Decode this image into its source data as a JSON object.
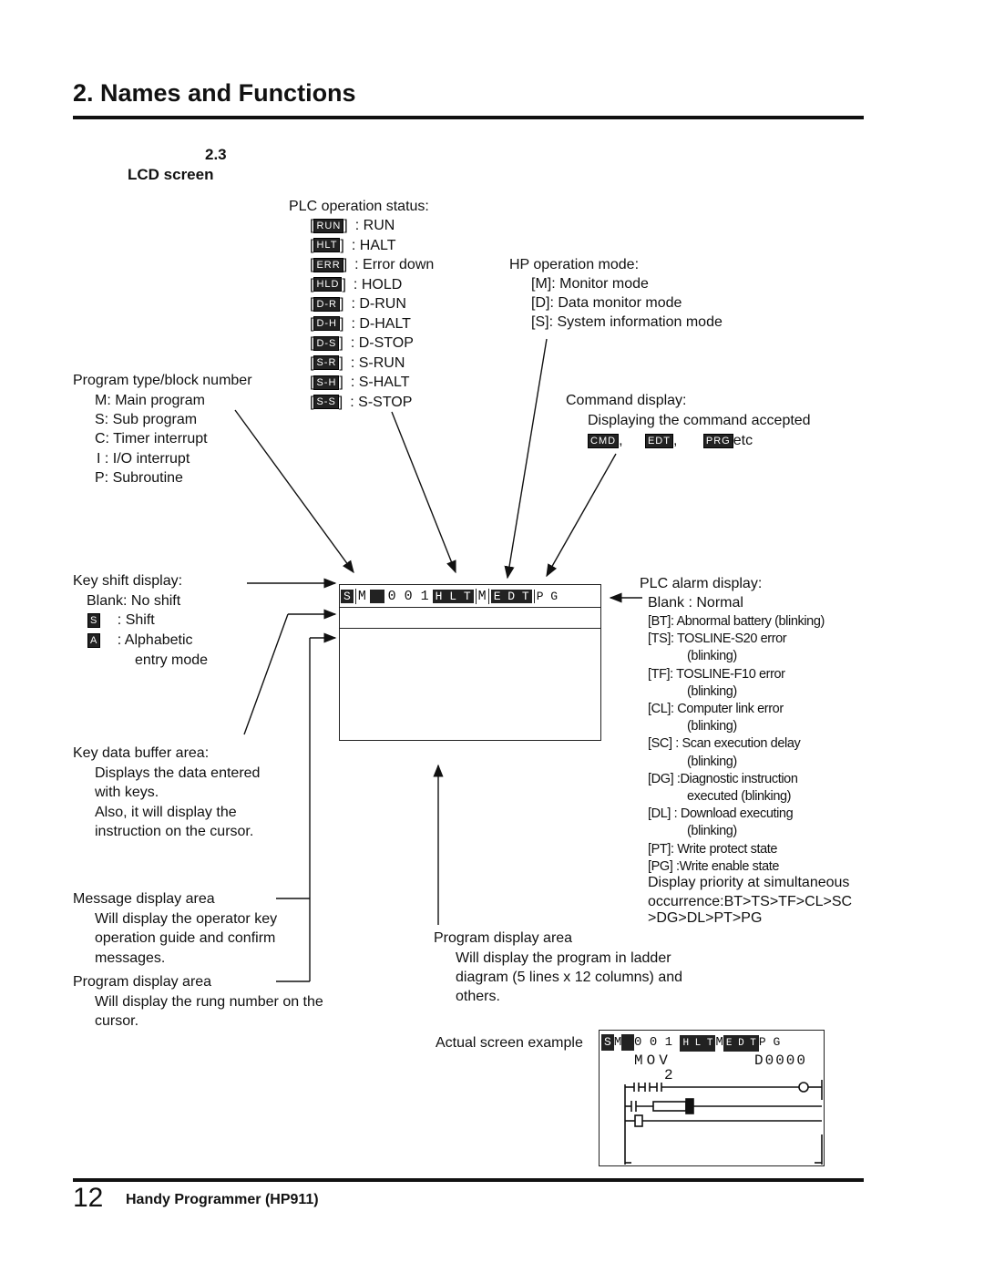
{
  "header": {
    "title": "2. Names and Functions"
  },
  "section": {
    "number": "2.3",
    "title": "LCD screen"
  },
  "plc_status": {
    "heading": "PLC operation status:",
    "items": [
      {
        "code": "RUN",
        "label": ": RUN"
      },
      {
        "code": "HLT",
        "label": ": HALT"
      },
      {
        "code": "ERR",
        "label": ": Error down"
      },
      {
        "code": "HLD",
        "label": ": HOLD"
      },
      {
        "code": "D-R",
        "label": ": D-RUN"
      },
      {
        "code": "D-H",
        "label": ": D-HALT"
      },
      {
        "code": "D-S",
        "label": ": D-STOP"
      },
      {
        "code": "S-R",
        "label": ": S-RUN"
      },
      {
        "code": "S-H",
        "label": ": S-HALT"
      },
      {
        "code": "S-S",
        "label": ": S-STOP"
      }
    ]
  },
  "hp_mode": {
    "heading": "HP operation mode:",
    "items": [
      "[M]: Monitor mode",
      "[D]: Data monitor mode",
      "[S]: System information mode"
    ]
  },
  "program_type": {
    "heading": "Program type/block number",
    "items": [
      "M: Main program",
      "S: Sub program",
      "C: Timer interrupt",
      "I : I/O interrupt",
      "P: Subroutine"
    ]
  },
  "command_display": {
    "heading": "Command display:",
    "desc": "Displaying the command accepted",
    "codes": [
      "CMD",
      "EDT",
      "PRG"
    ],
    "sep1": ",",
    "sep2": ",",
    "suffix": "etc"
  },
  "key_shift": {
    "heading": "Key shift display:",
    "blank": "Blank: No shift",
    "s_code": "S",
    "s_label": ": Shift",
    "a_code": "A",
    "a_label": ": Alphabetic",
    "a_label2": "entry mode"
  },
  "lcd_row1": {
    "s": "S",
    "m": "M",
    "num": "0 0 1",
    "hlt": "H L T",
    "m2": "M",
    "edt": "E D T",
    "pg": "P G"
  },
  "plc_alarm": {
    "heading": "PLC alarm display:",
    "items": [
      {
        "text": "Blank  : Normal",
        "bold": true
      },
      {
        "text": "[BT]: Abnormal battery (blinking)"
      },
      {
        "text": "[TS]: TOSLINE-S20 error"
      },
      {
        "text": "(blinking)",
        "indent": true
      },
      {
        "text": "[TF]: TOSLINE-F10 error"
      },
      {
        "text": "(blinking)",
        "indent": true
      },
      {
        "text": "[CL]: Computer link error"
      },
      {
        "text": "(blinking)",
        "indent": true
      },
      {
        "text": "[SC] : Scan execution delay"
      },
      {
        "text": "(blinking)",
        "indent": true
      },
      {
        "text": "[DG] :Diagnostic instruction"
      },
      {
        "text": "executed  (blinking)",
        "indent": true
      },
      {
        "text": "[DL] : Download executing"
      },
      {
        "text": "(blinking)",
        "indent": true
      },
      {
        "text": "[PT]: Write protect state"
      },
      {
        "text": "[PG] :Write enable state"
      }
    ],
    "priority1": "Display priority at simultaneous",
    "priority2": "occurrence:BT>TS>TF>CL>SC",
    "priority3": ">DG>DL>PT>PG"
  },
  "key_buffer": {
    "heading": "Key data buffer area:",
    "lines": [
      "Displays the data entered",
      "with keys.",
      "Also, it will display the",
      "instruction on the cursor."
    ]
  },
  "message_area": {
    "heading": "Message display area",
    "lines": [
      "Will display the operator key",
      "operation guide and confirm",
      "messages."
    ]
  },
  "program_area_left": {
    "heading": "Program display area",
    "lines": [
      "Will display the rung number on the",
      "cursor."
    ]
  },
  "program_area_center": {
    "heading": "Program display area",
    "lines": [
      "Will display the program in ladder",
      "diagram (5 lines x 12 columns) and",
      "others."
    ]
  },
  "example": {
    "label": "Actual screen example",
    "row1": {
      "s": "S",
      "m": "M",
      "num": "0 0 1",
      "hlt": "H L T",
      "m2": "M",
      "edt": "E D T",
      "pg": "P G"
    },
    "row2_left": "MOV",
    "row2_right": "D0000",
    "row3": "2"
  },
  "footer": {
    "page": "12",
    "title": "Handy Programmer (HP911)"
  }
}
